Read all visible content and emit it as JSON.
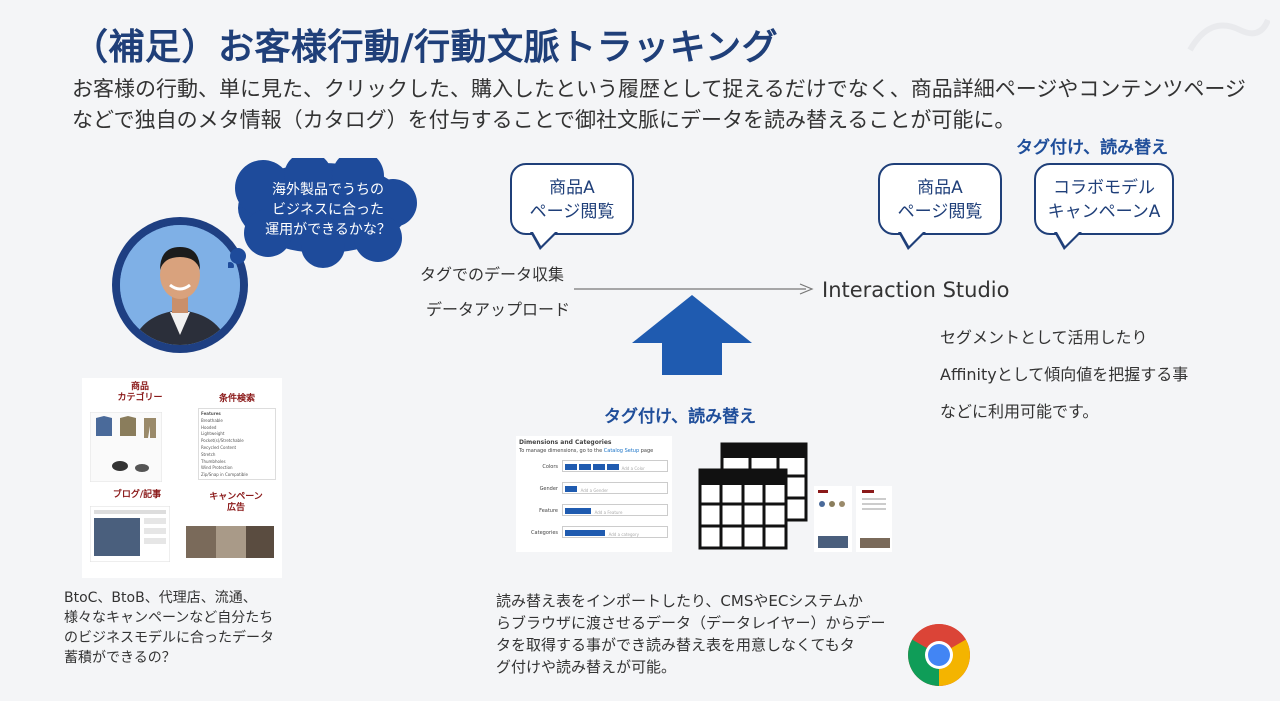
{
  "title": "（補足）お客様行動/行動文脈トラッキング",
  "intro": "お客様の行動、単に見た、クリックした、購入したという履歴として捉えるだけでなく、商品詳細ページやコンテンツページなどで独自のメタ情報（カタログ）を付与することで御社文脈にデータを読み替えることが可能に。",
  "thought_bubble": {
    "line1": "海外製品でうちの",
    "line2": "ビジネスに合った",
    "line3": "運用ができるかな？"
  },
  "center_bubble": {
    "line1": "商品A",
    "line2": "ページ閲覧"
  },
  "right_bubble1": {
    "line1": "商品A",
    "line2": "ページ閲覧"
  },
  "right_bubble2": {
    "line1": "コラボモデル",
    "line2": "キャンペーンA"
  },
  "tag_top_right": "タグ付け、読み替え",
  "tag_center": "タグ付け、読み替え",
  "collect_label": "タグでのデータ収集",
  "upload_label": "データアップロード",
  "destination": "Interaction Studio",
  "usage": {
    "line1": "セグメントとして活用したり",
    "line2": "Affinityとして傾向値を把握する事",
    "line3": "などに利用可能です。"
  },
  "left_panel": {
    "cat1": {
      "line1": "商品",
      "line2": "カテゴリー"
    },
    "cat2": "条件検索",
    "cat3": "ブログ/記事",
    "cat4": {
      "line1": "キャンペーン",
      "line2": "広告"
    },
    "filter_title": "Features",
    "filters": [
      "Breathable",
      "Hooded",
      "Lightweight",
      "Pocket(s)/Stretchable",
      "Recycled Content",
      "Stretch",
      "Thumbholes",
      "Wind Protection",
      "Zip/Snap in Compatible"
    ]
  },
  "left_caption": {
    "line1": "BtoC、BtoB、代理店、流通、",
    "line2": "様々なキャンペーンなど自分たち",
    "line3": "のビジネスモデルに合ったデータ",
    "line4": "蓄積ができるの？"
  },
  "dims_panel": {
    "title": "Dimensions and Categories",
    "subtitle": "To manage dimensions, go to the",
    "link": "Catalog Setup",
    "subtitle_end": "page",
    "rows": [
      {
        "label": "Colors",
        "placeholder": "Add a Color"
      },
      {
        "label": "Gender",
        "placeholder": "Add a Gender"
      },
      {
        "label": "Feature",
        "placeholder": "Add a Feature"
      },
      {
        "label": "Categories",
        "placeholder": "Add a category"
      }
    ]
  },
  "bottom_caption": {
    "line1": "読み替え表をインポートしたり、CMSやECシステムか",
    "line2": "らブラウザに渡させるデータ（データレイヤー）からデー",
    "line3": "タを取得する事ができ読み替え表を用意しなくてもタ",
    "line4": "グ付けや読み替えが可能。"
  },
  "colors": {
    "title": "#1f3f79",
    "accent_blue": "#1f4e9a",
    "arrow_blue": "#1f5bb0",
    "category_red": "#8b1a1a"
  },
  "icons": [
    "person-avatar",
    "thought-bubble",
    "up-arrow-icon",
    "spreadsheet-icon",
    "chrome-icon"
  ]
}
